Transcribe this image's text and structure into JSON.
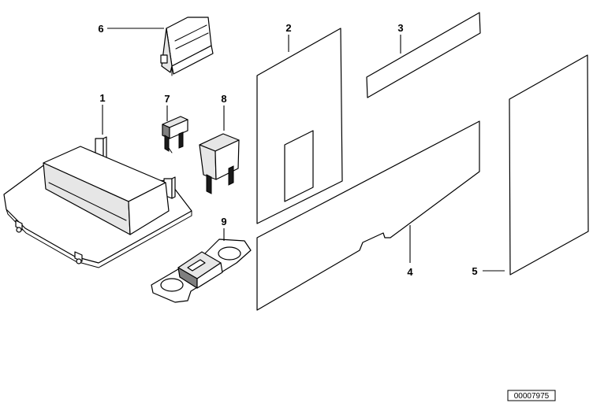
{
  "diagram": {
    "callouts": {
      "c1": "1",
      "c2": "2",
      "c3": "3",
      "c4": "4",
      "c5": "5",
      "c6": "6",
      "c7": "7",
      "c8": "8",
      "c9": "9"
    },
    "reference_number": "00007975"
  }
}
